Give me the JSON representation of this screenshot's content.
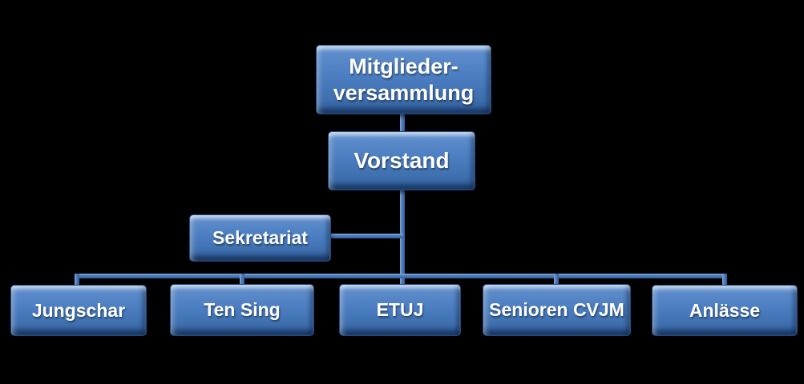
{
  "diagram": {
    "type": "org-chart",
    "background_color": "#000000",
    "colors": {
      "node_fill_highlight": "#8db2e2",
      "node_fill": "#4a7cc0",
      "node_fill_shadow": "#32609e",
      "connector": "#4c7cba",
      "text": "#ffffff"
    },
    "nodes": [
      {
        "id": "mitgliederversammlung",
        "label": "Mitglieder-versammlung",
        "lines": [
          "Mitglieder-",
          "versammlung"
        ]
      },
      {
        "id": "vorstand",
        "label": "Vorstand"
      },
      {
        "id": "sekretariat",
        "label": "Sekretariat"
      },
      {
        "id": "jungschar",
        "label": "Jungschar"
      },
      {
        "id": "tensing",
        "label": "Ten Sing"
      },
      {
        "id": "etuj",
        "label": "ETUJ"
      },
      {
        "id": "senioren",
        "label": "Senioren CVJM"
      },
      {
        "id": "anlaesse",
        "label": "Anlässe"
      }
    ],
    "edges": [
      {
        "from": "mitgliederversammlung",
        "to": "vorstand"
      },
      {
        "from": "vorstand",
        "to": "sekretariat"
      },
      {
        "from": "vorstand",
        "to": "jungschar"
      },
      {
        "from": "vorstand",
        "to": "tensing"
      },
      {
        "from": "vorstand",
        "to": "etuj"
      },
      {
        "from": "vorstand",
        "to": "senioren"
      },
      {
        "from": "vorstand",
        "to": "anlaesse"
      }
    ]
  }
}
